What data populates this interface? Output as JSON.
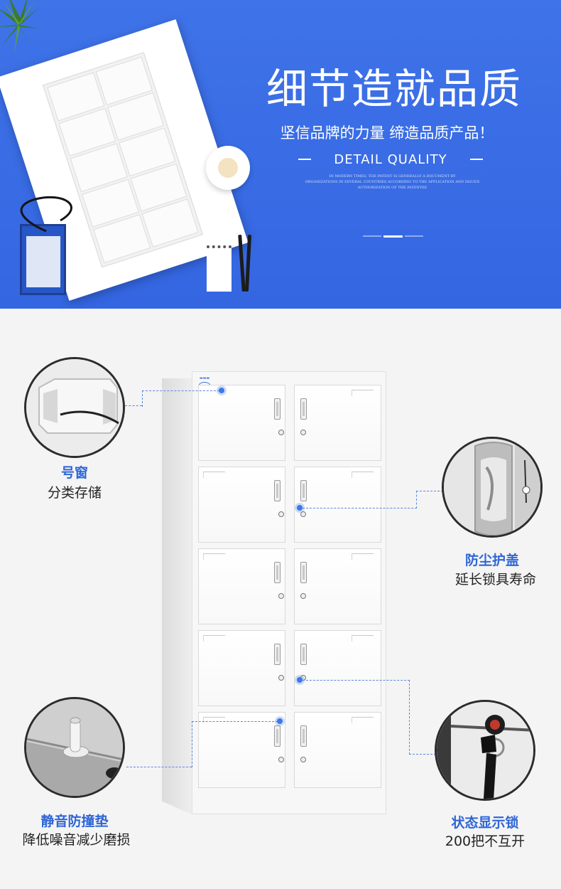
{
  "banner": {
    "headline": "细节造就品质",
    "subheadline": "坚信品牌的力量 缔造品质产品！",
    "detail_label": "DETAIL QUALITY",
    "fine_print_1": "IN MODERN TIMES, THE PATENT IS GENERALLY A DOCUMENT BY",
    "fine_print_2": "ORGANIZATIONS IN SEVERAL COUNTRIES ACCORDING TO THE APPLICATION AND ISSUED",
    "fine_print_3": "AUTHORIZATION OF THE PATENTEE",
    "colors": {
      "background": "#3568e4",
      "text": "#ffffff"
    }
  },
  "features": [
    {
      "title": "号窗",
      "desc": "分类存储",
      "icon": "number-window-closeup"
    },
    {
      "title": "防尘护盖",
      "desc": "延长锁具寿命",
      "icon": "dust-cover-closeup"
    },
    {
      "title": "静音防撞垫",
      "desc": "降低噪音减少磨损",
      "icon": "silent-bumper-closeup"
    },
    {
      "title": "状态显示锁",
      "desc": "200把不互开",
      "icon": "status-lock-closeup"
    }
  ],
  "cabinet": {
    "rows": 5,
    "columns": 2,
    "doors_total": 10
  },
  "accent_color": "#2f66d6"
}
